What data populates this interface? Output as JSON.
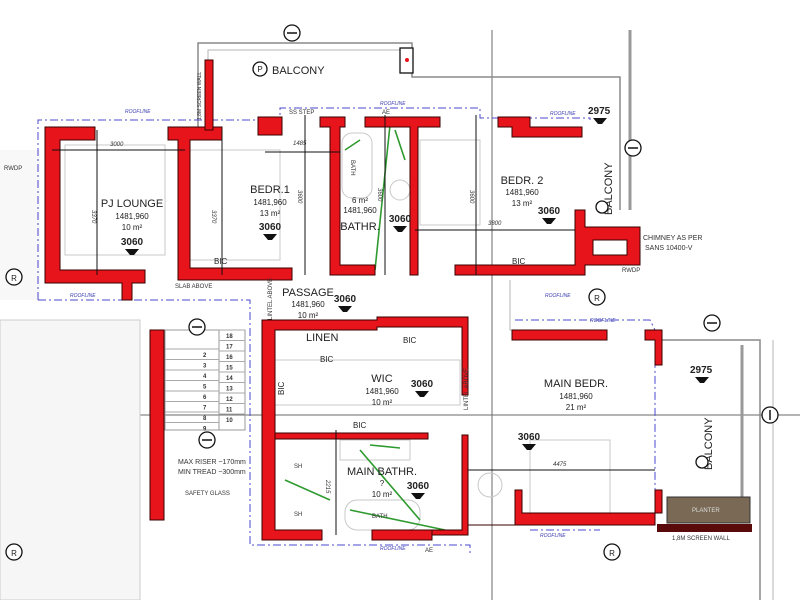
{
  "rooms": {
    "pj_lounge": {
      "name": "PJ LOUNGE",
      "level": "1481,960",
      "area": "10 m²",
      "ffl": "3060"
    },
    "bedr1": {
      "name": "BEDR.1",
      "level": "1481,960",
      "area": "13 m²",
      "ffl": "3060"
    },
    "bathr": {
      "name": "BATHR.",
      "level": "1481,960",
      "area": "6 m²",
      "ffl": "3060"
    },
    "bedr2": {
      "name": "BEDR. 2",
      "level": "1481,960",
      "area": "13 m²",
      "ffl": "3060"
    },
    "passage": {
      "name": "PASSAGE",
      "level": "1481,960",
      "area": "10 m²",
      "ffl": "3060"
    },
    "wic": {
      "name": "WIC",
      "level": "1481,960",
      "area": "10 m²",
      "ffl": "3060"
    },
    "main_bathr": {
      "name": "MAIN BATHR.",
      "level": "?",
      "area": "10 m²",
      "ffl": "3060"
    },
    "main_bedr": {
      "name": "MAIN BEDR.",
      "level": "1481,960",
      "area": "21 m²",
      "ffl": "3060"
    },
    "balcony_top": {
      "name": "BALCONY"
    },
    "balcony_right_upper": {
      "name": "BALCONY",
      "ffl": "2975"
    },
    "balcony_right_lower": {
      "name": "BALCONY",
      "ffl": "2975"
    }
  },
  "labels": {
    "bic": "BIC",
    "linen": "LINEN",
    "sh": "SH",
    "bath": "BATH",
    "planter": "PLANTER",
    "chimney_line1": "CHIMNEY AS PER",
    "chimney_line2": "SANS 10400-V",
    "max_riser": "MAX RISER ~170mm",
    "min_tread": "MIN TREAD ~300mm",
    "safety_glass": "SAFETY GLASS",
    "screen_wall": "1,8M SCREEN WALL",
    "roofline": "ROOFLINE",
    "rwdp": "RWDP",
    "slab_above": "SLAB ABOVE",
    "ss_step": "SS STEP",
    "lintel_above": "LINTEL ABOVE",
    "ae": "AE",
    "balcony_marker": "P"
  },
  "dimensions": {
    "lounge_width": "3000",
    "lounge_depth": "3370",
    "bedr1_depth": "3370",
    "passage_width": "1485",
    "bedr1_right": "3600",
    "bathr_depth": "3600",
    "bedr2_depth": "3600",
    "bedr2_width": "3800",
    "main_bedr_width": "4475",
    "main_bathr_depth": "2215"
  },
  "stairs": {
    "left_steps": [
      "2",
      "3",
      "4",
      "5",
      "6",
      "7",
      "8",
      "9"
    ],
    "right_steps": [
      "18",
      "17",
      "16",
      "15",
      "14",
      "13",
      "12",
      "11",
      "10"
    ]
  },
  "grid_markers": [
    "H",
    "H",
    "H",
    "H",
    "H",
    "I",
    "R",
    "R",
    "R",
    "R"
  ],
  "colors": {
    "wall": "#e8141b",
    "roofline": "#4a4acc",
    "plumbing": "#2f9a2f",
    "planter": "#7a6a55"
  }
}
